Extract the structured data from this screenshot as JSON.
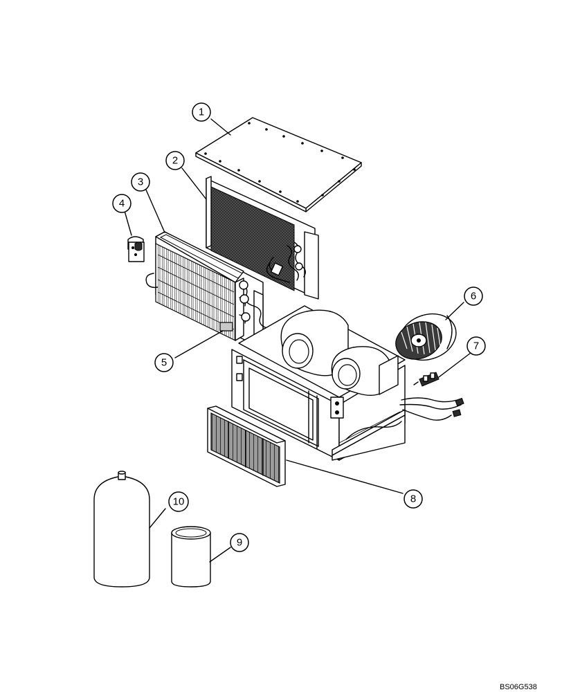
{
  "callouts": [
    {
      "id": "1",
      "label": "1"
    },
    {
      "id": "2",
      "label": "2"
    },
    {
      "id": "3",
      "label": "3"
    },
    {
      "id": "4",
      "label": "4"
    },
    {
      "id": "5",
      "label": "5"
    },
    {
      "id": "6",
      "label": "6"
    },
    {
      "id": "7",
      "label": "7"
    },
    {
      "id": "8",
      "label": "8"
    },
    {
      "id": "9",
      "label": "9"
    },
    {
      "id": "10",
      "label": "10"
    }
  ],
  "drawing_code": "BS06G538"
}
